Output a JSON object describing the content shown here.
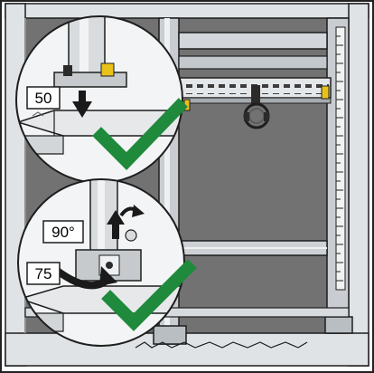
{
  "labels": {
    "top_depth": "50",
    "rotation": "90°",
    "bottom_depth": "75"
  },
  "colors": {
    "check": "#1f8a3b",
    "wall": "#6e6e6e",
    "frame_light": "#dfe3e6",
    "frame_mid": "#b9bec3",
    "frame_edge": "#1e1e1e",
    "clip": "#e8c21a"
  },
  "icons": {
    "top_step_ok": "checkmark-icon",
    "bottom_step_ok": "checkmark-icon"
  }
}
